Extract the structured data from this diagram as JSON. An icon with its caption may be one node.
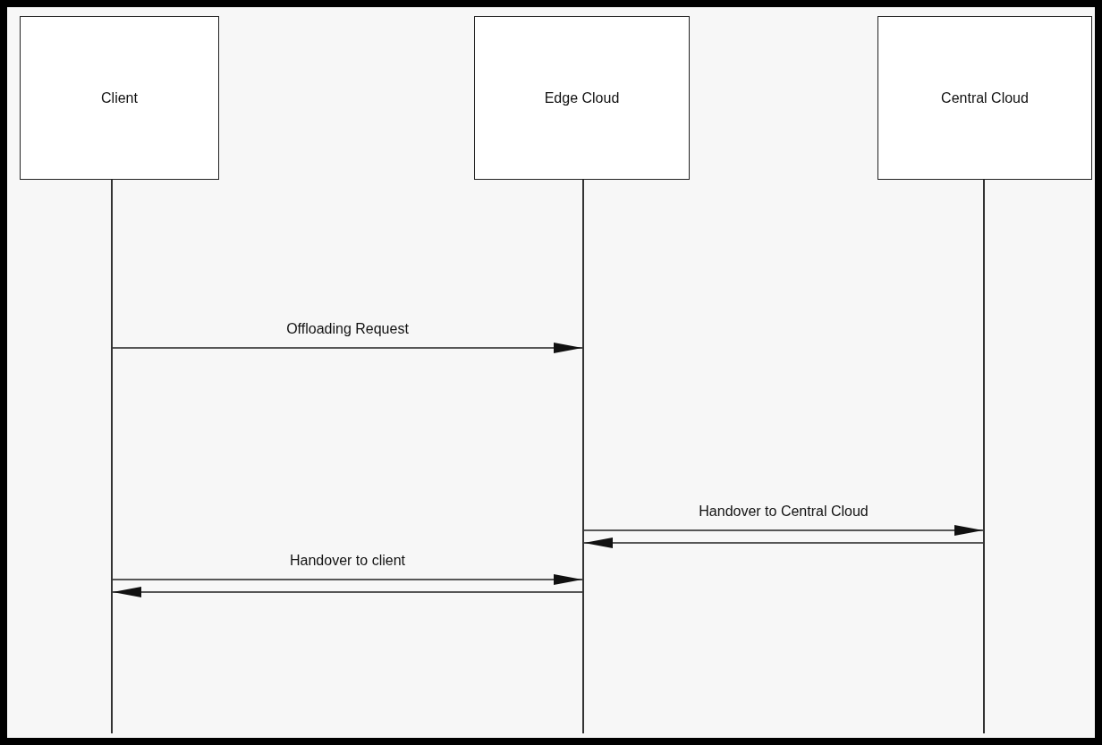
{
  "diagram": {
    "nodes": [
      {
        "text": [
          "Client"
        ]
      },
      {
        "text": [
          "Edge Cloud"
        ]
      },
      {
        "text": [
          "Central Cloud"
        ]
      },
      {
        "text": [],
        "shape": "bar"
      },
      {
        "text": [],
        "shape": "bar"
      },
      {
        "text": [],
        "shape": "bar"
      }
    ],
    "edges": [
      {
        "from": 3,
        "to": 4,
        "arrow": "to",
        "label": "Offloading Request"
      },
      {
        "from": 4,
        "to": 5,
        "arrow": "to",
        "label": "Handover to Central Cloud"
      },
      {
        "from": 5,
        "to": 4,
        "arrow": "to"
      },
      {
        "from": 3,
        "to": 4,
        "arrow": "to",
        "label": "Handover to client"
      },
      {
        "from": 4,
        "to": 3,
        "arrow": "to"
      }
    ]
  }
}
